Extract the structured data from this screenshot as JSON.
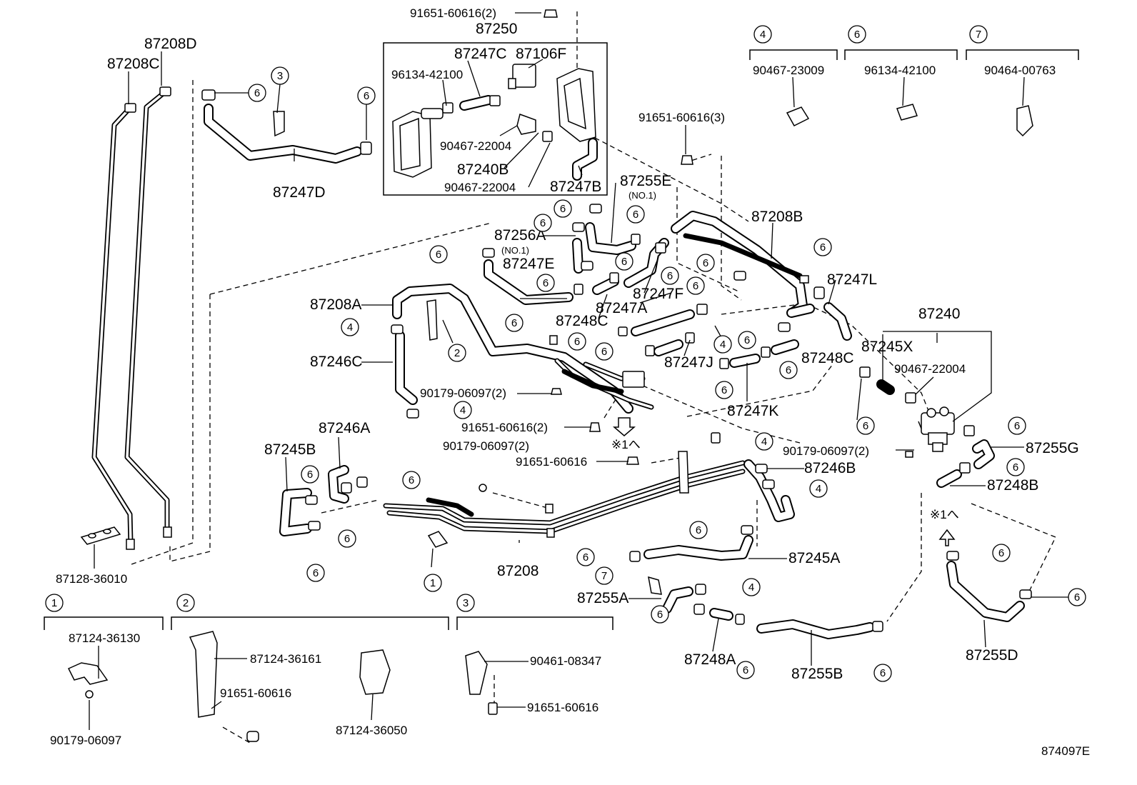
{
  "diagram_id": "874097E",
  "refs": {
    "r1": "1",
    "r2": "2",
    "r3": "3",
    "r4": "4",
    "r6": "6",
    "r7": "7"
  },
  "parts": {
    "p91651_60616_2": "91651-60616(2)",
    "p87250": "87250",
    "p87208D": "87208D",
    "p87208C": "87208C",
    "p87247C": "87247C",
    "p87106F": "87106F",
    "p96134_42100": "96134-42100",
    "p90467_22004": "90467-22004",
    "p87240B": "87240B",
    "p87247B": "87247B",
    "p87247D": "87247D",
    "p90467_23009": "90467-23009",
    "p90464_00763": "90464-00763",
    "p91651_60616_3": "91651-60616(3)",
    "p87255E": "87255E",
    "no1": "(NO.1)",
    "p87208B": "87208B",
    "p87256A": "87256A",
    "p87247E": "87247E",
    "p87247L": "87247L",
    "p87208A": "87208A",
    "p87248C": "87248C",
    "p87247A": "87247A",
    "p87247F": "87247F",
    "p87240": "87240",
    "p87245X": "87245X",
    "p87246C": "87246C",
    "p87247J": "87247J",
    "p90179_06097_2": "90179-06097(2)",
    "p87247K": "87247K",
    "p87246A": "87246A",
    "p87245B": "87245B",
    "p91651_60616": "91651-60616",
    "p87255G": "87255G",
    "p87246B": "87246B",
    "p87248B": "87248B",
    "p87208": "87208",
    "p87245A": "87245A",
    "p87255A": "87255A",
    "p87128_36010": "87128-36010",
    "p87124_36130": "87124-36130",
    "p87124_36161": "87124-36161",
    "p90461_08347": "90461-08347",
    "p87124_36050": "87124-36050",
    "p90179_06097": "90179-06097",
    "p87248A": "87248A",
    "p87255B": "87255B",
    "p87255D": "87255D",
    "note1": "※1へ"
  }
}
